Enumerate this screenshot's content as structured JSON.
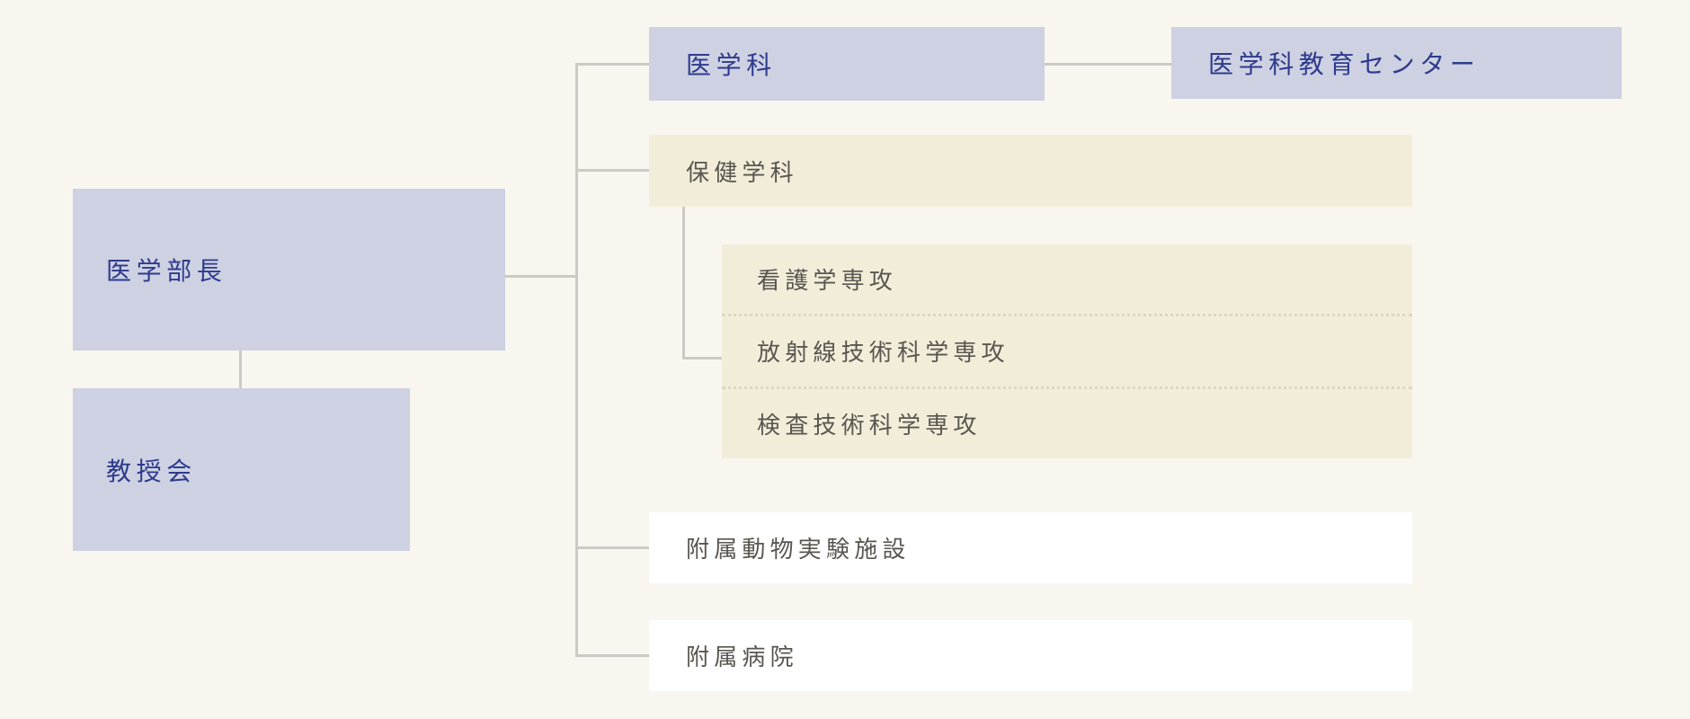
{
  "page": {
    "background_color": "#f8f6ee",
    "box_colors": {
      "blue_fill": "#cdd1e2",
      "beige_fill": "#f2edd9",
      "white_fill": "#ffffff",
      "blue_text": "#2e3a8c",
      "gray_text": "#595650",
      "connector_line": "#cbcac7",
      "dotted_divider": "#ddd7c2"
    }
  },
  "org": {
    "dean": {
      "label": "医学部長"
    },
    "council": {
      "label": "教授会"
    },
    "medicine": {
      "label": "医学科"
    },
    "education_center": {
      "label": "医学科教育センター"
    },
    "health_sciences": {
      "label": "保健学科"
    },
    "majors": [
      {
        "label": "看護学専攻"
      },
      {
        "label": "放射線技術科学専攻"
      },
      {
        "label": "検査技術科学専攻"
      }
    ],
    "animal_facility": {
      "label": "附属動物実験施設"
    },
    "hospital": {
      "label": "附属病院"
    }
  }
}
